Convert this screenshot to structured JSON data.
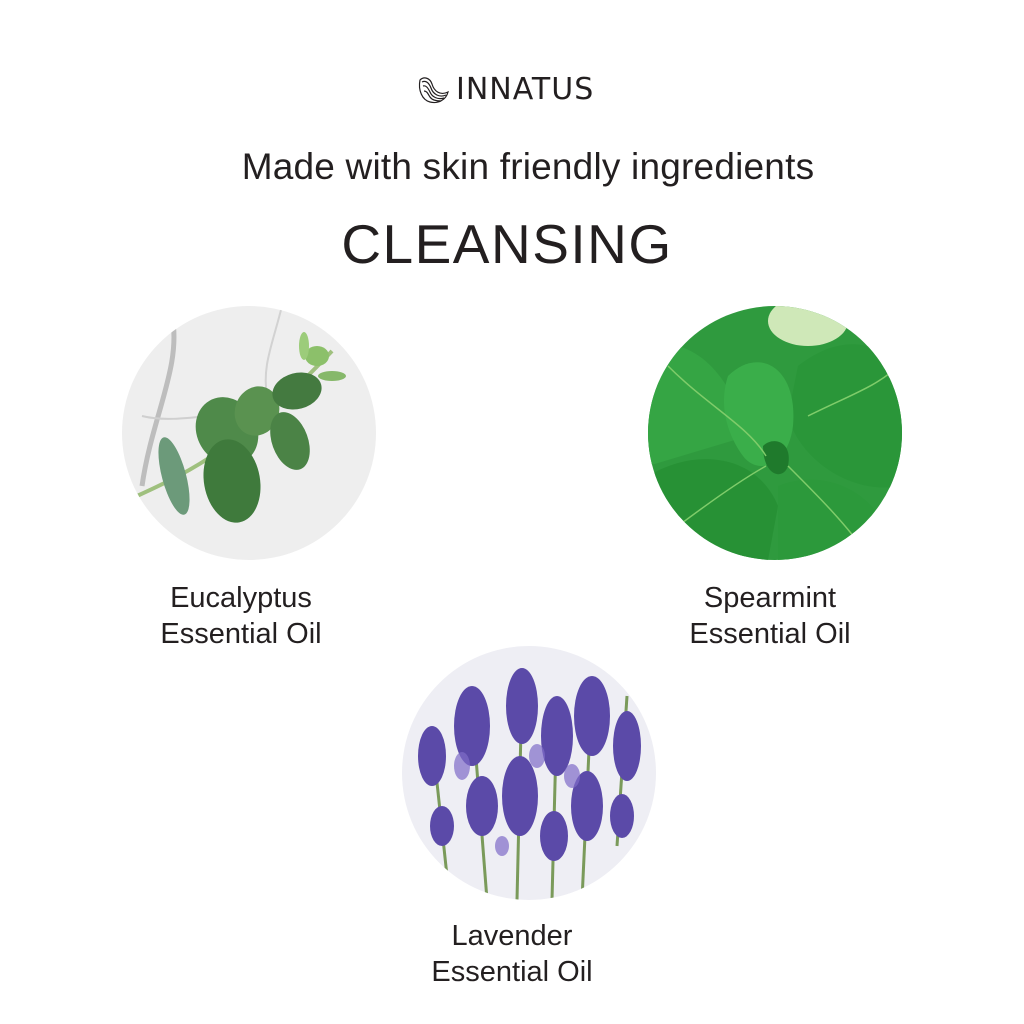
{
  "brand": {
    "name": "INNATUS",
    "logo_icon": "wave-shell-icon"
  },
  "tagline": "Made with skin friendly ingredients",
  "category": "CLEANSING",
  "colors": {
    "text": "#231f20",
    "background": "#ffffff",
    "eucalyptus_leaf": "#4f8a4a",
    "spearmint_leaf": "#2e9a3c",
    "lavender_flower": "#5b4aa8"
  },
  "ingredients": [
    {
      "name": "Eucalyptus",
      "type": "Essential Oil",
      "image": "eucalyptus-branch-image"
    },
    {
      "name": "Spearmint",
      "type": "Essential Oil",
      "image": "spearmint-leaves-image"
    },
    {
      "name": "Lavender",
      "type": "Essential Oil",
      "image": "lavender-sprigs-image"
    }
  ]
}
